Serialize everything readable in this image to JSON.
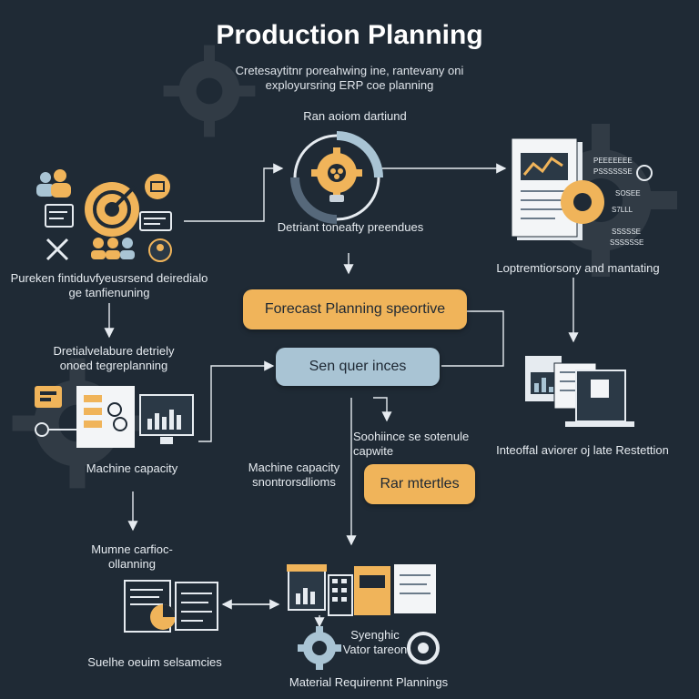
{
  "title": "Production Planning",
  "subtitle": "Cretesaytitnr poreahwing ine, rantevany oni exployursring ERP coe planning",
  "colors": {
    "background": "#1f2a35",
    "accent_orange": "#f0b45a",
    "accent_blue": "#a9c4d4",
    "line": "#e6ebf0"
  },
  "nodes": {
    "top_center_label": "Ran aoiom dartiund",
    "top_center_caption": "Detriant toneafty preendues",
    "left_people_caption": "Pureken fintiduvfyeusrsend deiredialo ge tanfienuning",
    "right_report_caption": "Loptremtiorsony and mantating",
    "left_second_caption": "Dretialvelabure detriely onoed tegreplanning",
    "left_machine_caption": "Machine capacity",
    "right_mid_caption": "Inteoffal aviorer oj late Restettion",
    "center_machine_caption": "Machine capacity snontrorsdlioms",
    "center_right_caption": "Soohiince se sotenule capwite",
    "left_bottom_label": "Mumne carfioc-ollanning",
    "bottom_left_caption": "Suelhe oeuim selsamcies",
    "bottom_gear_label": "Syenghic Vator tareon",
    "bottom_caption": "Material Requirennt Plannings",
    "right_report_lines": [
      "PEEEEEEE",
      "PSSSSSSE",
      "SOSEE",
      "S7LLL",
      "SSSSSE",
      "SSSSSSE"
    ]
  },
  "pills": {
    "forecast": "Forecast Planning speortive",
    "sequences": "Sen quer inces",
    "materials": "Rar mtertles"
  },
  "icons": [
    "people-icon",
    "target-icon",
    "tools-icon",
    "gear-bulb-icon",
    "report-icon",
    "chart-icon",
    "monitor-icon",
    "document-icon",
    "gear-icon"
  ]
}
